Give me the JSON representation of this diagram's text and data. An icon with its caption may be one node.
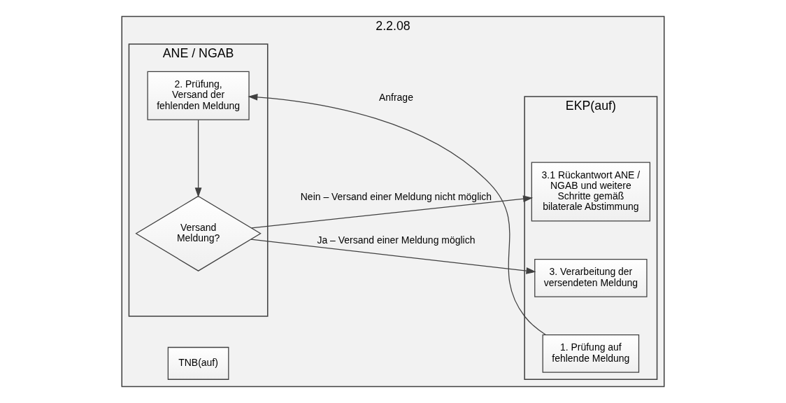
{
  "diagram": {
    "nodes": [
      {
        "text": [
          "2.2.08"
        ]
      },
      {
        "text": [
          "ANE / NGAB"
        ],
        "in": 0
      },
      {
        "text": [
          "TNB(auf)"
        ],
        "in": 0
      },
      {
        "text": [
          "EKP(auf)"
        ],
        "in": 0
      },
      {
        "text": [
          "2. Prüfung, Versand der fehlenden Meldung"
        ],
        "in": 1
      },
      {
        "text": [
          "1. Prüfung auf fehlende Meldung"
        ],
        "in": 3
      },
      {
        "text": [
          "Versand Meldung?"
        ],
        "in": 1
      },
      {
        "text": [
          "3. Verarbeitung der versendeten Meldung"
        ],
        "in": 3
      },
      {
        "text": [
          "3.1 Rückantwort ANE / NGAB und weitere Schritte gemäß bilaterale Abstimmung"
        ],
        "in": 3
      }
    ],
    "edges": [
      {
        "from": 5,
        "to": 4,
        "arrow": "to",
        "label": "Anfrage"
      },
      {
        "from": 4,
        "to": 6,
        "arrow": "to"
      },
      {
        "from": 6,
        "to": 7,
        "arrow": "to",
        "label": "Ja – Versand einer Meldung möglich"
      },
      {
        "from": 6,
        "to": 8,
        "arrow": "to",
        "label": "Nein – Versand einer Meldung nicht möglich"
      }
    ]
  }
}
